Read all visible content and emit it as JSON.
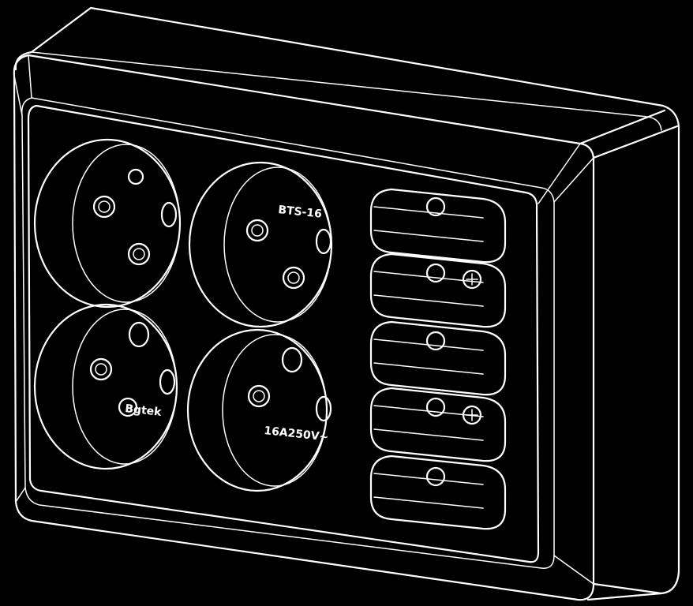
{
  "image": {
    "background": "#000000",
    "line_color": "#ffffff"
  },
  "labels": {
    "model_code": "BTS-16",
    "brand": "Bgtek",
    "rating": "16A250V~"
  },
  "device": {
    "schuko_socket_count": 4,
    "euro_socket_count": 5
  }
}
